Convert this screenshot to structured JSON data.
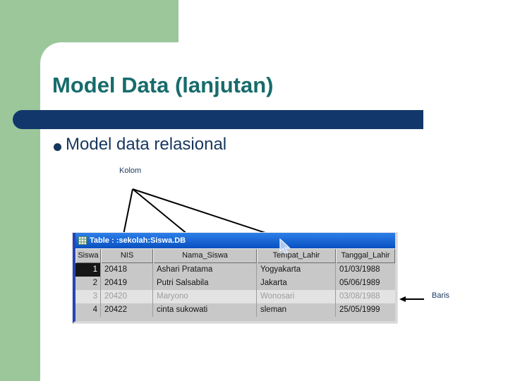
{
  "slide": {
    "title": "Model Data (lanjutan)",
    "bullet_text": "Model data relasional",
    "kolom_label": "Kolom",
    "baris_label": "Baris"
  },
  "colors": {
    "accent_green": "#9CC79B",
    "navy_bar": "#12386B",
    "title_teal": "#176B6B",
    "body_text_navy": "#17375E",
    "titlebar_blue_top": "#2E7FEA",
    "titlebar_blue_bottom": "#0851C0",
    "grid_gray": "#C8C8C8",
    "faded_row_bg": "#E3E3E3",
    "faded_row_text": "#9C9C9C",
    "selected_cell_bg": "#161616"
  },
  "icons": {
    "window_icon": "table-grid-icon",
    "pointer": "mouse-cursor-icon",
    "kolom_arrows": "arrow-pointers-to-columns",
    "baris_arrow": "arrow-pointer-to-row"
  },
  "table_window": {
    "title": "Table : :sekolah:Siswa.DB",
    "columns": [
      "Siswa",
      "NIS",
      "Nama_Siswa",
      "Tempat_Lahir",
      "Tanggal_Lahir"
    ],
    "rows": [
      {
        "num": "1",
        "nis": "20418",
        "nama": "Ashari Pratama",
        "tempat": "Yogyakarta",
        "tanggal": "01/03/1988",
        "selected": true,
        "faded": false
      },
      {
        "num": "2",
        "nis": "20419",
        "nama": "Putri Salsabila",
        "tempat": "Jakarta",
        "tanggal": "05/06/1989",
        "selected": false,
        "faded": false
      },
      {
        "num": "3",
        "nis": "20420",
        "nama": "Maryono",
        "tempat": "Wonosari",
        "tanggal": "03/08/1988",
        "selected": false,
        "faded": true
      },
      {
        "num": "4",
        "nis": "20422",
        "nama": "cinta sukowati",
        "tempat": "sleman",
        "tanggal": "25/05/1999",
        "selected": false,
        "faded": false
      }
    ]
  }
}
